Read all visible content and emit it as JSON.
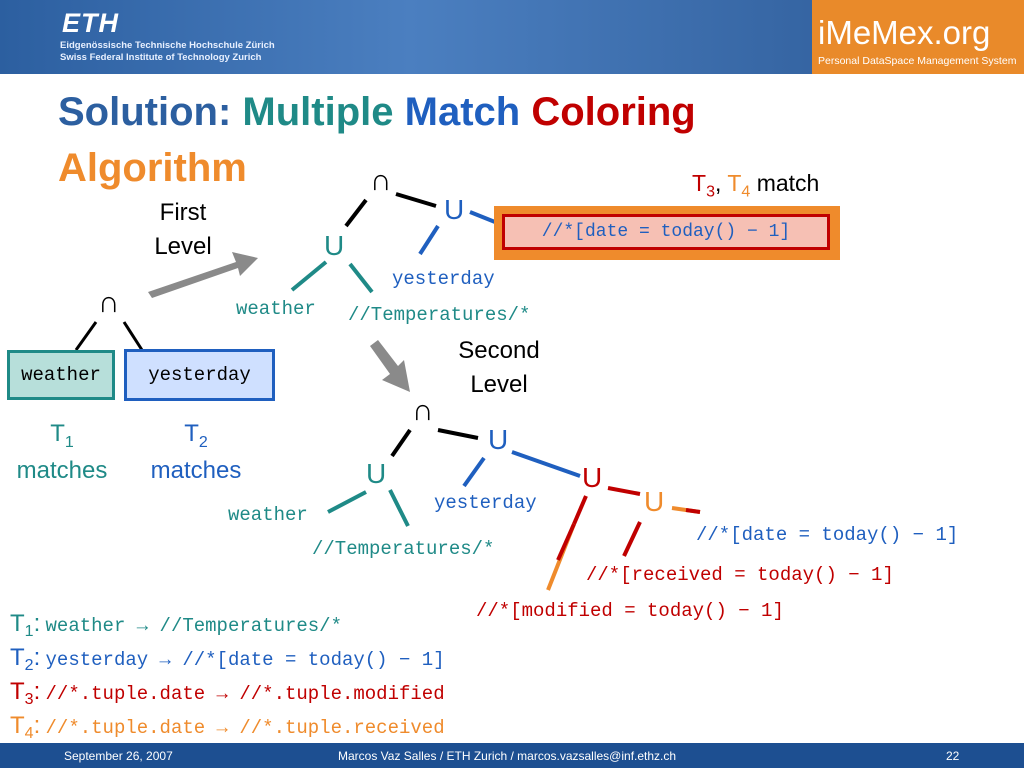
{
  "header": {
    "eth_logo": "ETH",
    "eth_line1": "Eidgenössische Technische Hochschule Zürich",
    "eth_line2": "Swiss Federal Institute of Technology Zurich",
    "imemex_title": "iMeMex.org",
    "imemex_subtitle": "Personal DataSpace Management System"
  },
  "title": {
    "solution": "Solution:",
    "multiple": "Multiple",
    "match": "Match",
    "coloring": "Coloring",
    "algorithm": "Algorithm"
  },
  "left_tree": {
    "intersect": "∩",
    "weather": "weather",
    "yesterday": "yesterday",
    "t1_sym": "T",
    "t1_sub": "1",
    "t1_matches": "matches",
    "t2_sym": "T",
    "t2_sub": "2",
    "t2_matches": "matches"
  },
  "first_level": {
    "label_line1": "First",
    "label_line2": "Level",
    "intersect": "∩",
    "union_top": "U",
    "union_left": "U",
    "weather": "weather",
    "temperatures": "//Temperatures/*",
    "yesterday": "yesterday",
    "date_box": "//*[date = today() − 1]",
    "t3": "T",
    "t3_sub": "3",
    "comma": ",",
    "t4": "T",
    "t4_sub": "4",
    "match_word": "match"
  },
  "second_level": {
    "label_line1": "Second",
    "label_line2": "Level",
    "intersect": "∩",
    "union_top": "U",
    "union_left": "U",
    "union_red": "U",
    "union_orange": "U",
    "weather": "weather",
    "temperatures": "//Temperatures/*",
    "yesterday": "yesterday",
    "date_leaf": "//*[date = today() − 1]",
    "received_leaf": "//*[received = today() − 1]",
    "modified_leaf": "//*[modified = today() − 1]"
  },
  "transformations": [
    {
      "sym": "T",
      "sub": "1",
      "colon": ":",
      "rule": "weather → //Temperatures/*"
    },
    {
      "sym": "T",
      "sub": "2",
      "colon": ":",
      "rule": "yesterday → //*[date = today() − 1]"
    },
    {
      "sym": "T",
      "sub": "3",
      "colon": ":",
      "rule": "//*.tuple.date → //*.tuple.modified"
    },
    {
      "sym": "T",
      "sub": "4",
      "colon": ":",
      "rule": "//*.tuple.date → //*.tuple.received"
    }
  ],
  "footer": {
    "date": "September 26, 2007",
    "author": "Marcos Vaz Salles / ETH Zurich / marcos.vazsalles@inf.ethz.ch",
    "page": "22"
  },
  "colors": {
    "blue": "#1f5fbf",
    "teal": "#1f8a87",
    "red": "#c00000",
    "orange": "#ef8b2c",
    "black": "#000000",
    "gray_arrow": "#8a8a8a"
  }
}
